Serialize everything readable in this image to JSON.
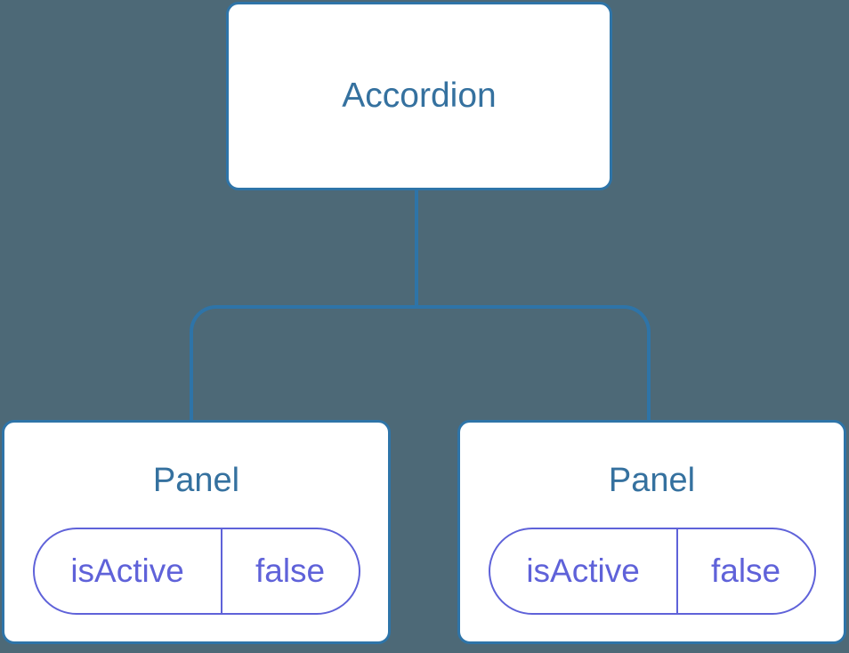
{
  "colors": {
    "background": "#4D6977",
    "connector": "#2E74A8",
    "node_border": "#2E74A8",
    "node_background": "#FFFFFF",
    "node_text": "#35719F",
    "state_border": "#5F62D9",
    "state_text": "#5F62D9"
  },
  "diagram": {
    "type": "component-tree",
    "root": {
      "label": "Accordion"
    },
    "children": [
      {
        "label": "Panel",
        "state": {
          "key": "isActive",
          "value": "false"
        }
      },
      {
        "label": "Panel",
        "state": {
          "key": "isActive",
          "value": "false"
        }
      }
    ]
  }
}
